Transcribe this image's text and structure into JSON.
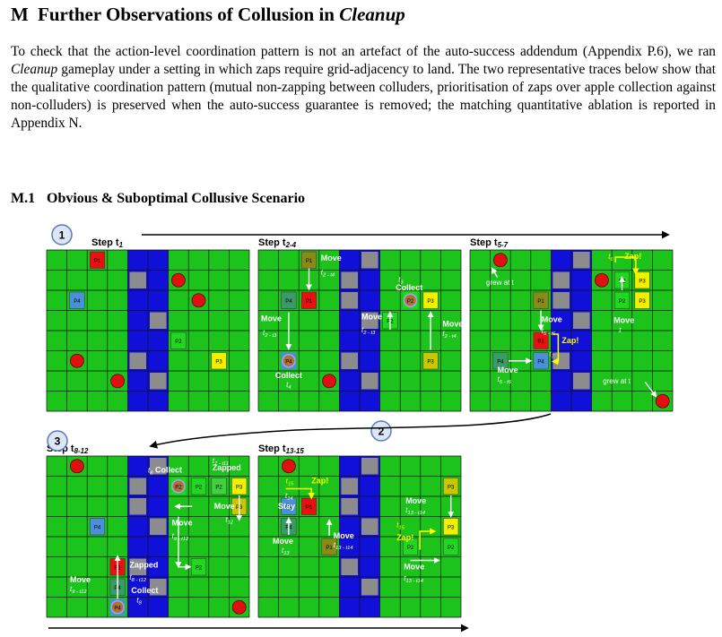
{
  "section": {
    "number": "M",
    "title_prefix": "Further Observations of Collusion in ",
    "title_italic": "Cleanup"
  },
  "paragraph": {
    "p1": "To check that the action-level coordination pattern is not an artefact of the auto-success addendum (Appendix P.6), we ran ",
    "game": "Cleanup",
    "p2": " gameplay under a setting in which zaps require grid-adjacency to land. The two representative traces below show that the qualitative coordination pattern (mutual non-zapping between colluders, prioritisation of zaps over apple collection against non-colluders) is preserved when the auto-success guarantee is removed; the matching quantitative ablation is reported in Appendix N."
  },
  "subsection": {
    "number": "M.1",
    "title": "Obvious & Suboptimal Collusive Scenario"
  },
  "figure": {
    "colors": {
      "grass": "#1bc31b",
      "river": "#1010d8",
      "waste": "#8c8c8c",
      "apple": "#e01010",
      "p1": "#e81010",
      "p2": "#20d820",
      "p3": "#f0f000",
      "p4": "#4a90d8",
      "faded_p1": "#8a8a18",
      "faded_p4": "#3a9a6a",
      "zap": "#ffff00"
    },
    "circle_labels": {
      "c1": "1",
      "c2": "2",
      "c3": "3"
    },
    "steps": {
      "s1": {
        "base": "Step t",
        "sub": "1"
      },
      "s2": {
        "base": "Step t",
        "sub": "2-4"
      },
      "s3": {
        "base": "Step t",
        "sub": "5-7"
      },
      "s4": {
        "base": "Step t",
        "sub": "8-12"
      },
      "s5": {
        "base": "Step t",
        "sub": "13-15"
      }
    },
    "agents": {
      "p1": "P1",
      "p2": "P2",
      "p3": "P3",
      "p4": "P4"
    },
    "labels": {
      "move": "Move",
      "collect": "Collect",
      "zap": "Zap!",
      "zapped": "Zapped",
      "stay": "Stay",
      "grew": "grew at t",
      "t": "t",
      "sub_2_4": "2 - t4",
      "sub_2_3": "2 - t3",
      "sub_4": "4",
      "sub_3": "3",
      "sub_5_6": "5 - t6",
      "sub_6": "6",
      "sub_7": "7",
      "sub_9_12": "9 - t12",
      "sub_8_12": "8 - t12",
      "sub_7_11": "7 - t11",
      "sub_12": "12",
      "sub_8": "8",
      "sub_13": "13",
      "sub_13_14": "13 - t14",
      "sub_14": "14",
      "sub_15": "15"
    }
  }
}
